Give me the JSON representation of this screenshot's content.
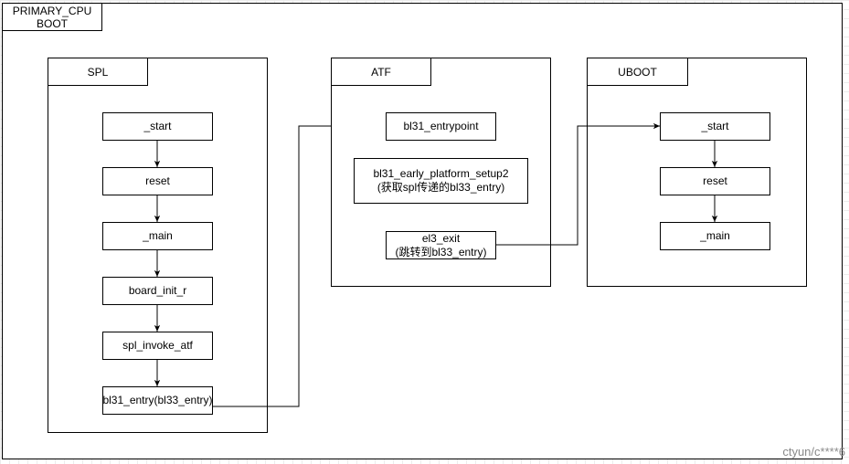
{
  "outer": {
    "title_line1": "PRIMARY_CPU",
    "title_line2": "BOOT"
  },
  "spl": {
    "title": "SPL",
    "steps": [
      "_start",
      "reset",
      "_main",
      "board_init_r",
      "spl_invoke_atf",
      "bl31_entry(bl33_entry)"
    ]
  },
  "atf": {
    "title": "ATF",
    "entry": "bl31_entrypoint",
    "setup_line1": "bl31_early_platform_setup2",
    "setup_line2": "(获取spl传递的bl33_entry)",
    "exit_line1": "el3_exit",
    "exit_line2": "(跳转到bl33_entry)"
  },
  "uboot": {
    "title": "UBOOT",
    "steps": [
      "_start",
      "reset",
      "_main"
    ]
  },
  "watermark": "ctyun/c****6"
}
